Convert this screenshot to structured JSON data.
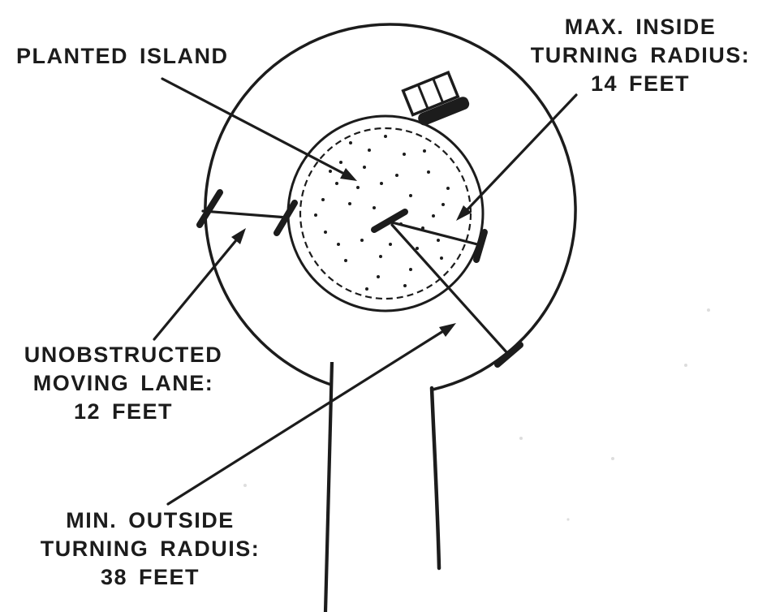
{
  "colors": {
    "ink": "#1c1c1c",
    "paper": "#ffffff"
  },
  "icons": {
    "vehicle": "delivery-truck-top-view"
  },
  "diagram": {
    "labels": {
      "planted_island": {
        "lines": [
          "PLANTED ISLAND"
        ]
      },
      "max_inside": {
        "lines": [
          "MAX. INSIDE",
          "TURNING RADIUS:",
          "14 FEET"
        ]
      },
      "moving_lane": {
        "lines": [
          "UNOBSTRUCTED",
          "MOVING LANE:",
          "12 FEET"
        ]
      },
      "min_outside": {
        "lines": [
          "MIN. OUTSIDE",
          "TURNING RADUIS:",
          "38 FEET"
        ]
      }
    }
  }
}
